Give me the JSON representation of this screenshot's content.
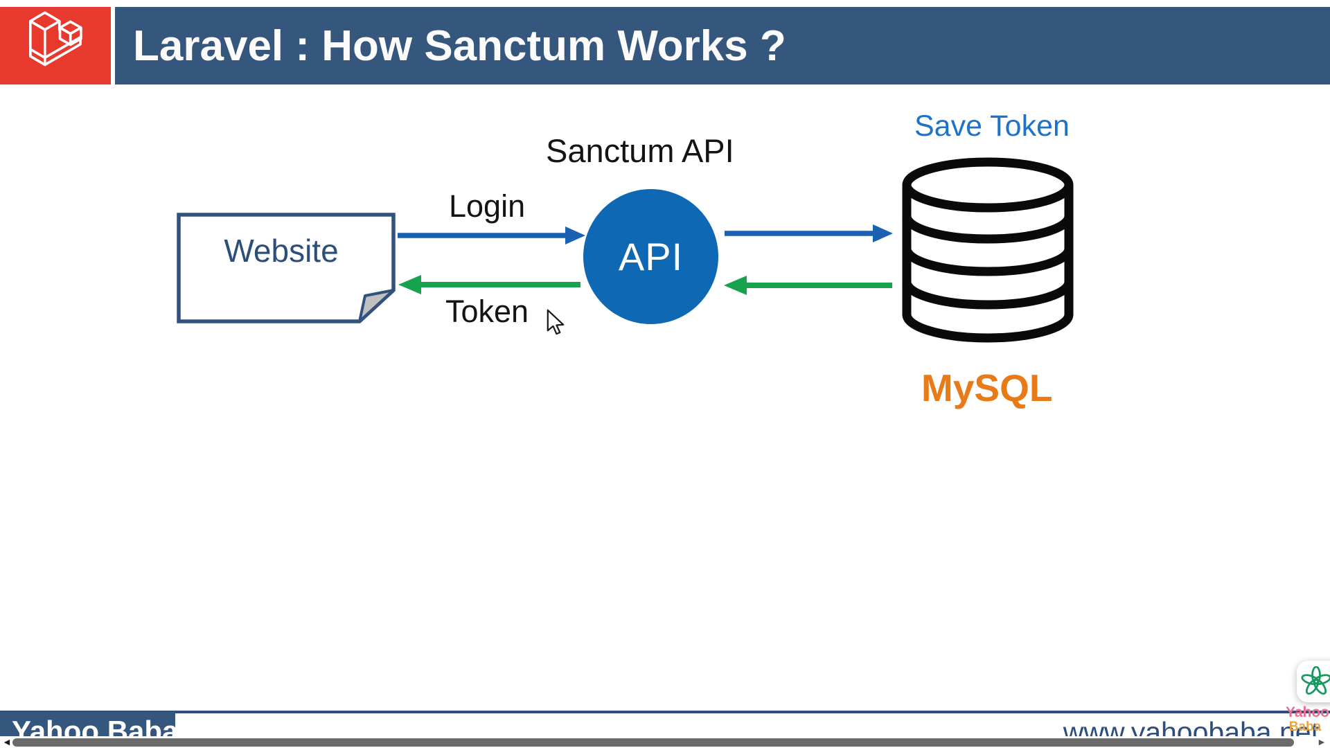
{
  "header": {
    "title": "Laravel : How Sanctum Works ?"
  },
  "diagram": {
    "heading": "Sanctum API",
    "website_label": "Website",
    "api_label": "API",
    "login_label": "Login",
    "token_label": "Token",
    "save_token_label": "Save Token",
    "db_label": "MySQL"
  },
  "footer": {
    "brand": "Yahoo Baba",
    "url": "www.yahoobaba.net",
    "watermark_top": "Yahoo",
    "watermark_bottom": "Baba"
  },
  "scrollbar": {
    "left_arrow": "◄",
    "right_arrow": "►"
  },
  "colors": {
    "header_bar": "#35567D",
    "logo_bg": "#E8392E",
    "arrow_blue": "#1A61B4",
    "arrow_green": "#17A34D",
    "api_circle": "#0F68B4",
    "save_token_text": "#1E73C8",
    "mysql_text": "#E87A18",
    "website_border": "#33517D",
    "footer_navy": "#2D4E7E",
    "watermark_pink": "#EE6E8E",
    "watermark_orange": "#E9A43C",
    "swirl_icon_green": "#17985F"
  },
  "icons": {
    "laravel_logo": "laravel-logo-icon",
    "database": "database-icon",
    "cursor": "mouse-cursor-icon",
    "swirl": "swirl-logo-icon"
  }
}
